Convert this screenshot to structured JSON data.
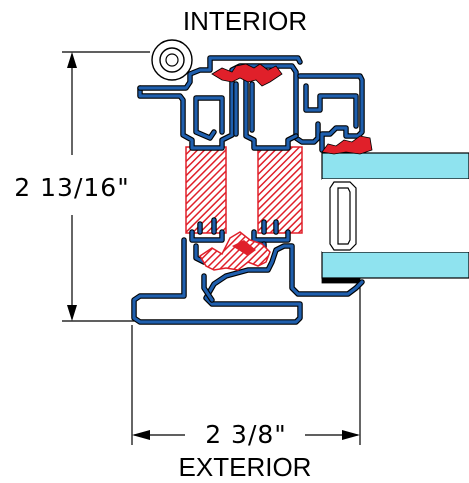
{
  "labels": {
    "top": "INTERIOR",
    "bottom": "EXTERIOR",
    "height_dim": "2 13/16\"",
    "width_dim": "2 3/8\""
  },
  "colors": {
    "aluminum": "#1f5fae",
    "thermal_break": "#e0202a",
    "glass": "#8fe3ef",
    "glass_edge": "#6fc9d6",
    "spacer": "#e0b880",
    "outline": "#000000"
  }
}
